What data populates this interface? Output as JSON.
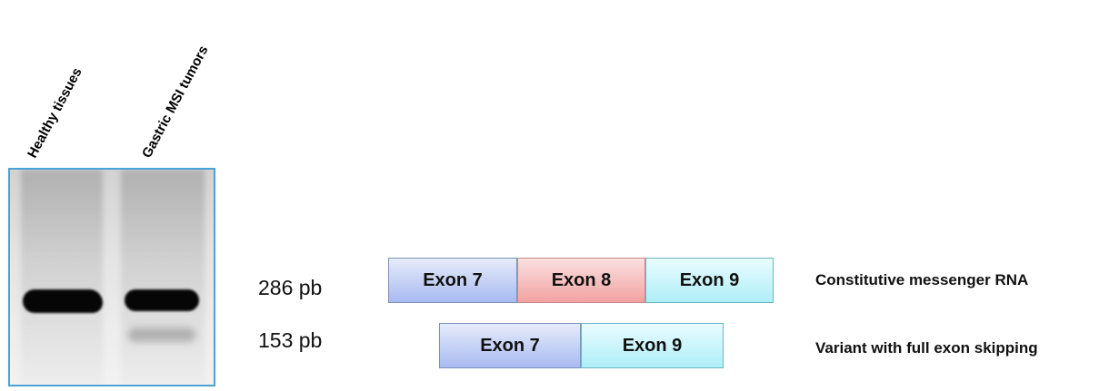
{
  "lanes": {
    "healthy": "Healthy tissues",
    "tumor": "Gastric MSI tumors"
  },
  "sizes": {
    "large": "286 pb",
    "small": "153 pb"
  },
  "transcripts": {
    "constitutive": {
      "exons": [
        "Exon 7",
        "Exon 8",
        "Exon 9"
      ],
      "label": "Constitutive messenger RNA"
    },
    "variant": {
      "exons": [
        "Exon 7",
        "Exon 9"
      ],
      "label": "Variant with full exon skipping"
    }
  },
  "colors": {
    "exon7": "#a8baf0",
    "exon8": "#f2a2a2",
    "exon9": "#aeeef8",
    "gel_border": "#4aa3d8"
  }
}
